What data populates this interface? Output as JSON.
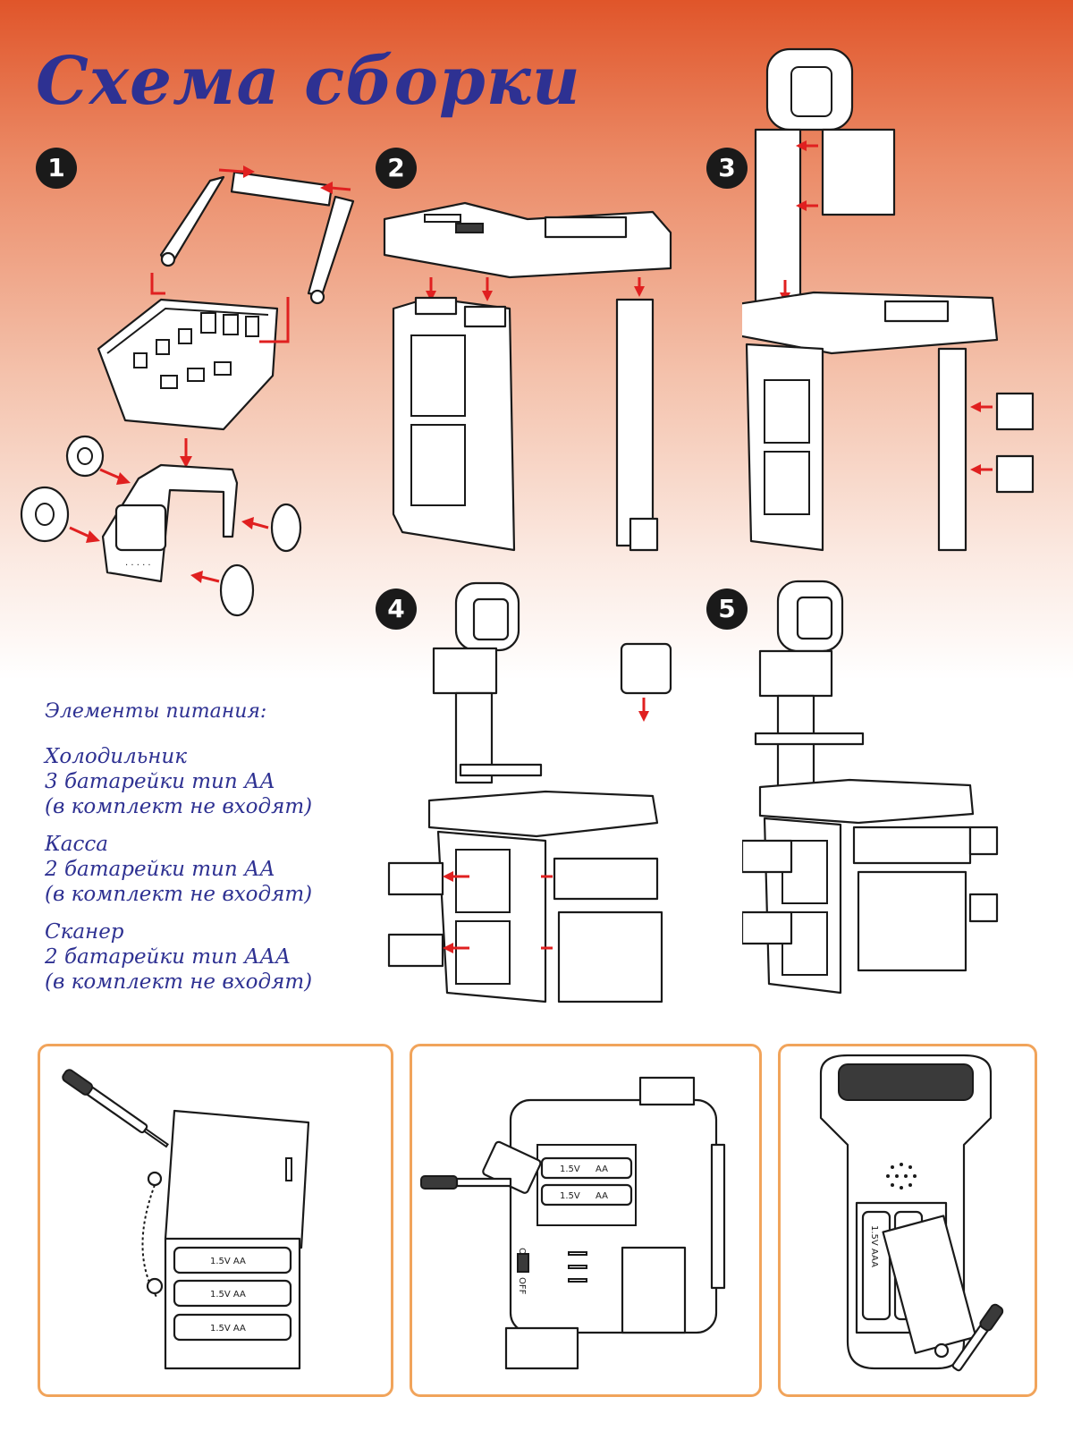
{
  "title": "Схема сборки",
  "steps": [
    "1",
    "2",
    "3",
    "4",
    "5"
  ],
  "power": {
    "heading": "Элементы питания:",
    "groups": [
      {
        "name": "Холодильник",
        "batteries": "3 батарейки тип АА",
        "note": "(в комплект не входят)"
      },
      {
        "name": "Касса",
        "batteries": "2 батарейки тип АА",
        "note": "(в комплект не входят)"
      },
      {
        "name": "Сканер",
        "batteries": "2 батарейки тип ААА",
        "note": "(в комплект не входят)"
      }
    ]
  },
  "battery_labels": {
    "aa": "1.5V  AA",
    "cash_aa_v": "1.5V",
    "cash_aa_t": "AA",
    "aaa": "1.5V  AAA",
    "switch_on": "ON",
    "switch_off": "OFF"
  },
  "colors": {
    "title": "#2e3192",
    "arrow": "#e02020",
    "panel_border": "#f1a45b",
    "gradient_top": "#e0552a"
  }
}
